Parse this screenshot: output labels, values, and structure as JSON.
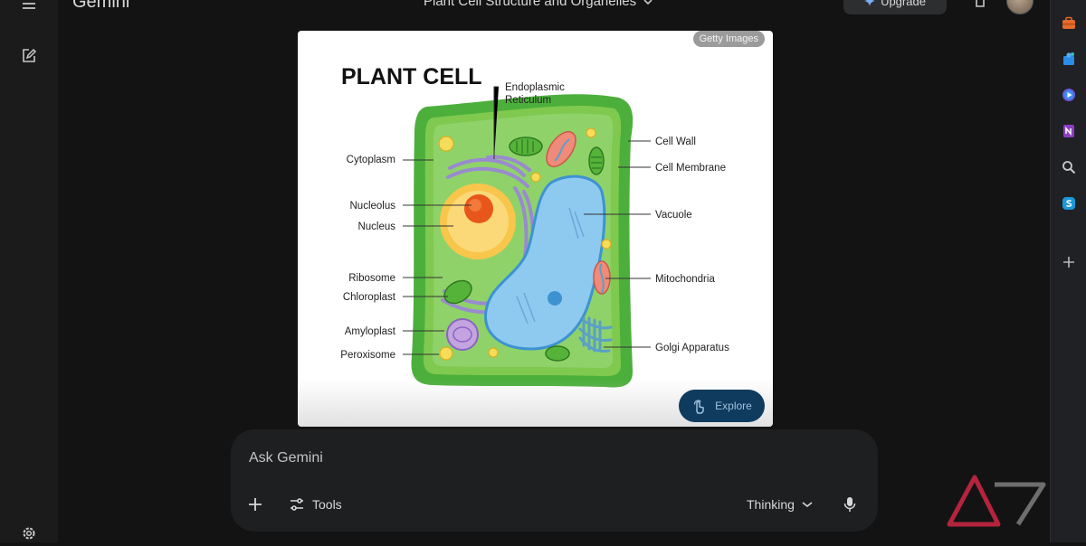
{
  "app": {
    "name": "Gemini"
  },
  "header": {
    "chat_title": "Plant Cell Structure and Organelles",
    "upgrade_label": "Upgrade"
  },
  "image": {
    "credit": "Getty Images",
    "title": "PLANT CELL",
    "labels": {
      "er_line1": "Endoplasmic",
      "er_line2": "Reticulum",
      "cytoplasm": "Cytoplasm",
      "nucleolus": "Nucleolus",
      "nucleus": "Nucleus",
      "ribosome": "Ribosome",
      "chloroplast": "Chloroplast",
      "amyloplast": "Amyloplast",
      "peroxisome": "Peroxisome",
      "cell_wall": "Cell Wall",
      "cell_membrane": "Cell Membrane",
      "vacuole": "Vacuole",
      "mitochondria": "Mitochondria",
      "golgi": "Golgi Apparatus"
    },
    "explore_label": "Explore"
  },
  "composer": {
    "placeholder": "Ask Gemini",
    "tools_label": "Tools",
    "mode_label": "Thinking"
  },
  "colors": {
    "background": "#131314",
    "composer": "#1e1f20",
    "explore_bg": "#0f3b5e",
    "cell_wall": "#4caf3c",
    "cytoplasm": "#8fd26a",
    "vacuole": "#8ec9f0",
    "nucleus": "#f8c64b",
    "nucleolus": "#e8561c"
  },
  "icons": {
    "left_rail": [
      "menu-icon",
      "new-chat-icon",
      "settings-icon"
    ],
    "right_rail": [
      "briefcase-icon",
      "puzzle-icon",
      "play-icon",
      "notebook-icon",
      "search-icon",
      "skype-icon",
      "plus-icon"
    ]
  }
}
